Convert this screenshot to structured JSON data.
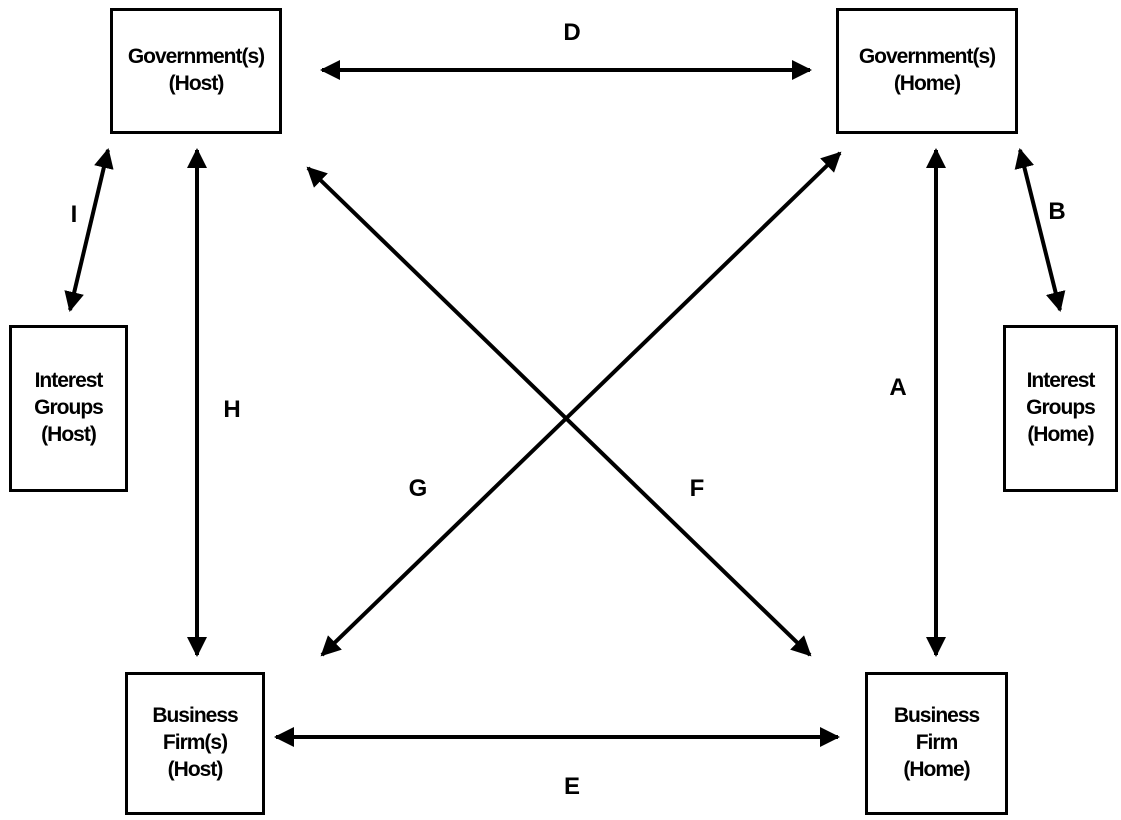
{
  "nodes": {
    "gov_host": "Government(s)\n(Host)",
    "gov_home": "Government(s)\n(Home)",
    "interest_host": "Interest\nGroups\n(Host)",
    "interest_home": "Interest\nGroups\n(Home)",
    "business_host": "Business\nFirm(s)\n(Host)",
    "business_home": "Business\nFirm\n(Home)"
  },
  "labels": {
    "A": "A",
    "B": "B",
    "D": "D",
    "E": "E",
    "F": "F",
    "G": "G",
    "H": "H",
    "I": "I"
  },
  "colors": {
    "stroke": "#000000",
    "background": "#ffffff"
  }
}
